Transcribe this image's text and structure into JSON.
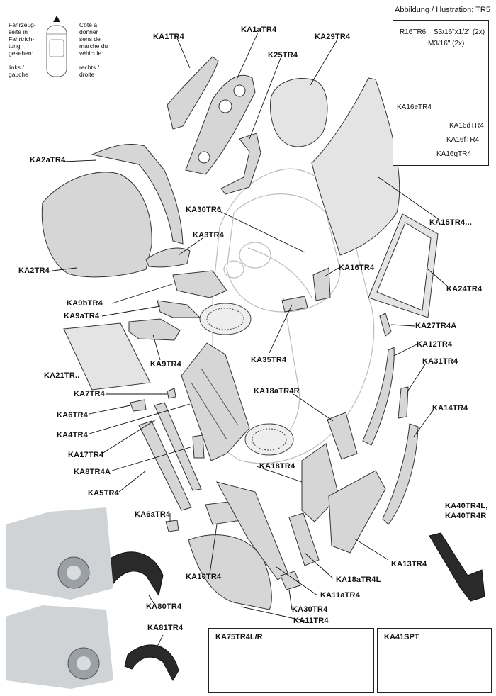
{
  "caption": "Abbildung / Illustration: TR5",
  "orientation": {
    "left_text": "Fahrzeug-\nseite in\nFahrtrich-\ntung\ngesehen:",
    "left_value": "links /\ngauche",
    "right_text": "Côté à\ndonner\nsens de\nmarche du\nvéhicule:",
    "right_value": "rechts /\ndroite"
  },
  "inset_top": {
    "labels": [
      "R16TR6",
      "S3/16\"x1/2\" (2x)",
      "M3/16\" (2x)",
      "KA16eTR4",
      "KA16dTR4",
      "KA16fTR4",
      "KA16gTR4"
    ]
  },
  "parts": [
    "KA1TR4",
    "KA1aTR4",
    "K25TR4",
    "KA29TR4",
    "KA2aTR4",
    "KA2TR4",
    "KA30TR6",
    "KA3TR4",
    "KA15TR4...",
    "KA24TR4",
    "KA16TR4",
    "KA9bTR4",
    "KA9aTR4",
    "KA9TR4",
    "KA27TR4A",
    "KA12TR4",
    "KA21TR..",
    "KA35TR4",
    "KA31TR4",
    "KA7TR4",
    "KA18aTR4R",
    "KA14TR4",
    "KA6TR4",
    "KA4TR4",
    "KA17TR4",
    "KA8TR4A",
    "KA18TR4",
    "KA5TR4",
    "KA6aTR4",
    "KA40TR4L,",
    "KA40TR4R",
    "KA13TR4",
    "KA18aTR4L",
    "KA10TR4",
    "KA11aTR4",
    "KA80TR4",
    "KA30TR4",
    "KA11TR4",
    "KA81TR4"
  ],
  "bottom_boxes": {
    "left_title": "KA75TR4L/R",
    "right_title": "KA41SPT"
  }
}
